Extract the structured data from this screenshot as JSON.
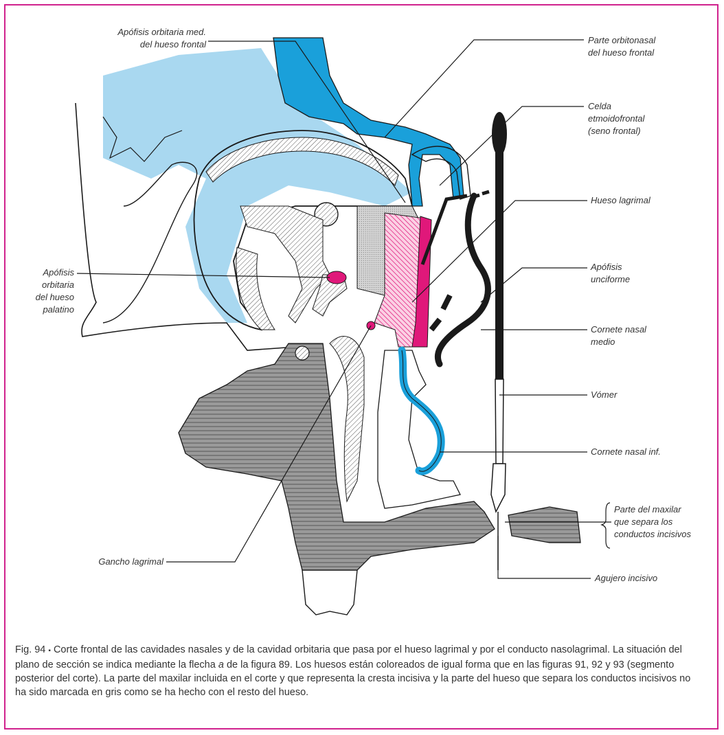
{
  "labels": {
    "apofisis_orbitaria_med": [
      "Apófisis orbitaria med.",
      "del hueso frontal"
    ],
    "parte_orbitonasal": [
      "Parte orbitonasal",
      "del hueso frontal"
    ],
    "celda_etmoidofrontal": [
      "Celda",
      "etmoidofrontal",
      "(seno frontal)"
    ],
    "hueso_lagrimal": [
      "Hueso lagrimal"
    ],
    "apofisis_uniforme": [
      "Apófisis",
      "unciforme"
    ],
    "apofisis_orbitaria_palatino": [
      "Apófisis",
      "orbitaria",
      "del hueso",
      "palatino"
    ],
    "cornete_medio": [
      "Cornete nasal",
      "medio"
    ],
    "vomer": [
      "Vómer"
    ],
    "cornete_inf": [
      "Cornete nasal inf."
    ],
    "parte_maxilar": [
      "Parte del maxilar",
      "que separa los",
      "conductos incisivos"
    ],
    "gancho_lagrimal": [
      "Gancho lagrimal"
    ],
    "agujero_incisivo": [
      "Agujero incisivo"
    ]
  },
  "caption": {
    "fig_number": "Fig. 94",
    "bullet": "▪",
    "text_before_ref": "Corte frontal de las cavidades nasales y de la cavidad orbitaria que pasa por el hueso lagrimal y por el conducto nasolagrimal. La situación del plano de sección se indica mediante la flecha",
    "ref_letter": "a",
    "text_after_ref": "de la figura 89. Los huesos están coloreados de igual forma que en las figuras 91, 92 y 93 (segmento posterior del corte). La parte del maxilar incluida en el corte y que representa la cresta incisiva y la parte del hueso que separa los conductos incisivos no ha sido marcada en gris como se ha hecho con el resto del hueso."
  },
  "colors": {
    "frame": "#d0218d",
    "frontal_blue": "#1aa0da",
    "orbit_light_blue": "#a9d8f0",
    "lacrimal_magenta": "#e0187a",
    "maxilla_gray": "#8c8c8c",
    "hatch_light_gray": "#c8c8c8",
    "line": "#1a1a1a"
  }
}
